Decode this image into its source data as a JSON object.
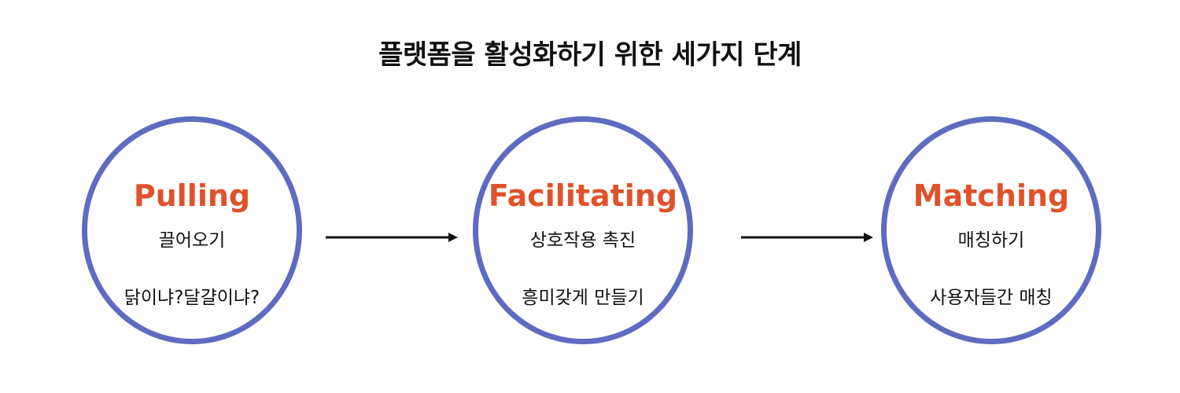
{
  "title": "플랫폼을 활성화하기 위한 세가지 단계",
  "stages": [
    {
      "name": "Pulling",
      "sub": "끌어오기",
      "desc": "닭이냐?달걀이냐?"
    },
    {
      "name": "Facilitating",
      "sub": "상호작용 촉진",
      "desc": "흥미갖게 만들기"
    },
    {
      "name": "Matching",
      "sub": "매칭하기",
      "desc": "사용자들간 매칭"
    }
  ],
  "colors": {
    "circle_border": "#5f6bc0",
    "stage_name": "#e0522b",
    "text": "#111111",
    "arrow": "#111111"
  }
}
